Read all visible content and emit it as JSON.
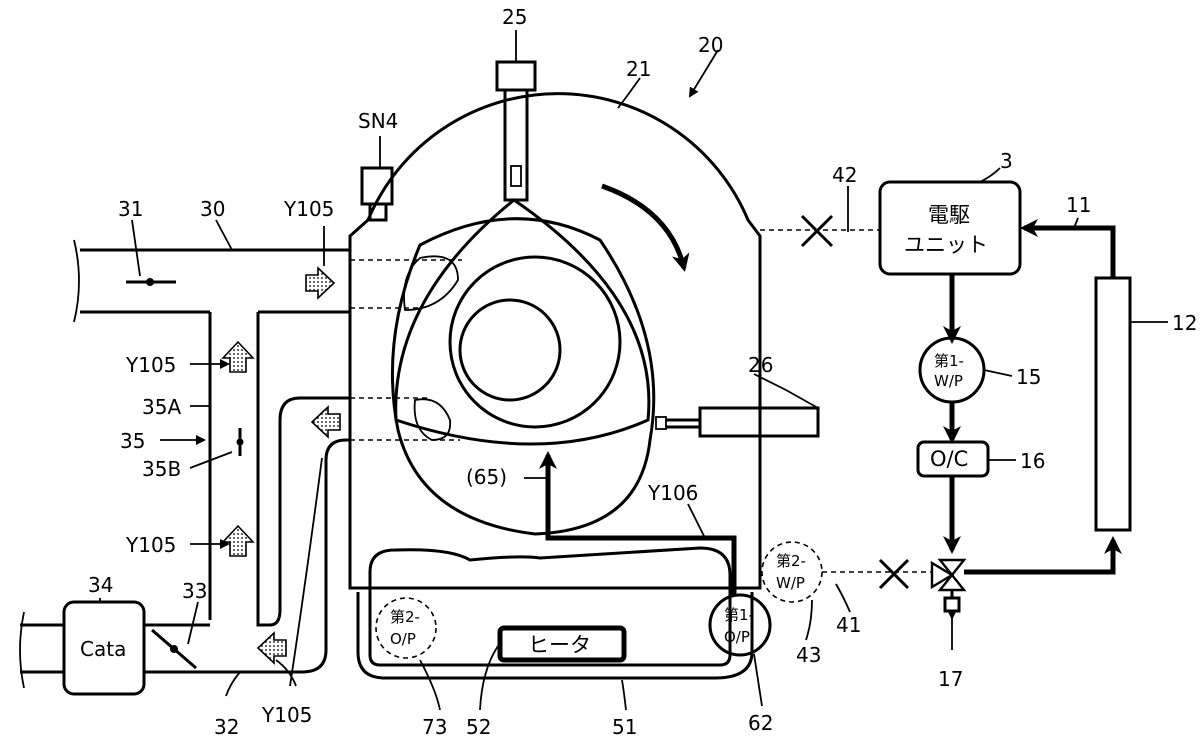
{
  "labels": {
    "n20": "20",
    "n21": "21",
    "n25": "25",
    "sn4": "SN4",
    "n3": "3",
    "n42": "42",
    "n11": "11",
    "n12": "12",
    "n15": "15",
    "n16": "16",
    "n26": "26",
    "n31": "31",
    "n30": "30",
    "y105_top": "Y105",
    "y105_a": "Y105",
    "n35a": "35A",
    "n35": "35",
    "n35b": "35B",
    "y105_b": "Y105",
    "n34": "34",
    "n33": "33",
    "n32": "32",
    "y105_bottom": "Y105",
    "n65": "(65)",
    "y106": "Y106",
    "n73": "73",
    "n52": "52",
    "n51": "51",
    "n62": "62",
    "n43": "43",
    "n41": "41",
    "n17": "17"
  },
  "components": {
    "edrive_line1": "電駆",
    "edrive_line2": "ユニット",
    "wp1_line1": "第1-",
    "wp1_line2": "W/P",
    "oc": "O/C",
    "wp2_line1": "第2-",
    "wp2_line2": "W/P",
    "op1_line1": "第1-",
    "op1_line2": "O/P",
    "op2_line1": "第2-",
    "op2_line2": "O/P",
    "heater": "ヒータ",
    "cata": "Cata"
  }
}
